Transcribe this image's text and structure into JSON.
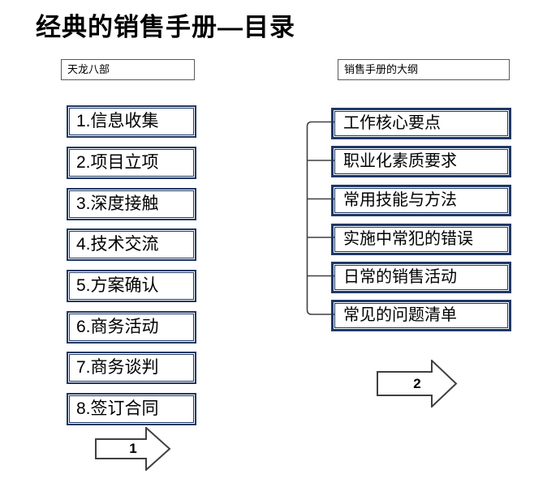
{
  "title": "经典的销售手册—目录",
  "left_panel": {
    "header": "天龙八部",
    "items": [
      "1.信息收集",
      "2.项目立项",
      "3.深度接触",
      "4.技术交流",
      "5.方案确认",
      "6.商务活动",
      "7.商务谈判",
      "8.签订合同"
    ]
  },
  "right_panel": {
    "header": "销售手册的大纲",
    "items": [
      "工作核心要点",
      "职业化素质要求",
      "常用技能与方法",
      "实施中常犯的错误",
      "日常的销售活动",
      "常见的问题清单"
    ]
  },
  "arrows": [
    {
      "label": "1"
    },
    {
      "label": "2"
    }
  ],
  "colors": {
    "box_border": "#1F3864",
    "header_border": "#595959",
    "connector": "#404040",
    "arrow_outline": "#404040",
    "text": "#000000",
    "background": "#FFFFFF"
  }
}
